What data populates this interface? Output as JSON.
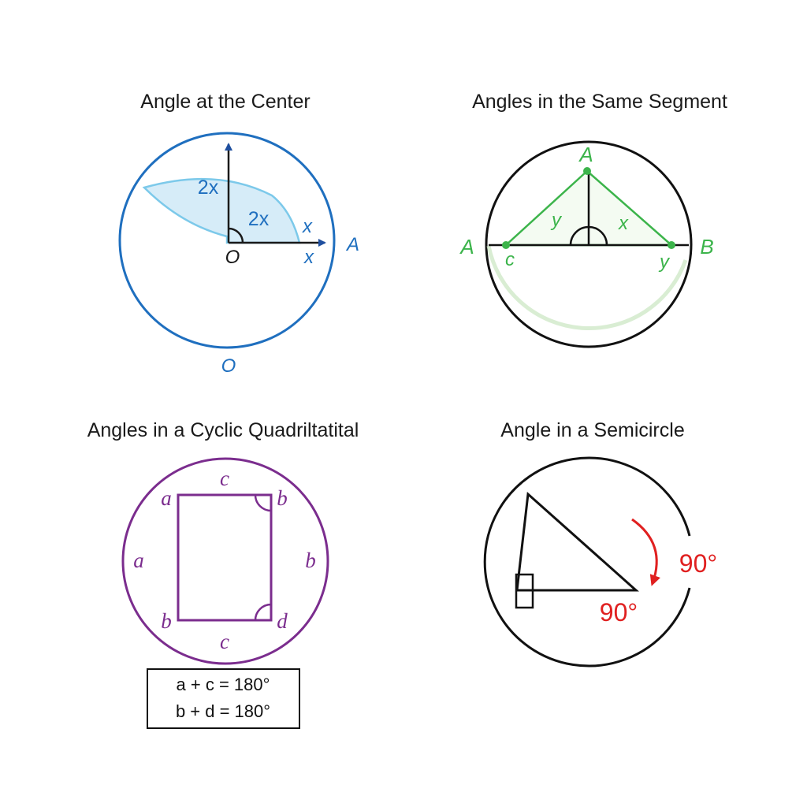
{
  "colors": {
    "blue": "#1f6fbf",
    "blue_fill": "#d6ecf8",
    "blue_edge": "#7cc9ea",
    "green": "#3cb44b",
    "purple": "#7b2d8e",
    "red": "#e02020",
    "black": "#111111"
  },
  "panels": {
    "center": {
      "title": "Angle at the Center",
      "labels": {
        "outer_2x": "2x",
        "inner_2x": "2x",
        "upper_x": "x",
        "lower_x": "x",
        "point_A": "A",
        "center_O": "O",
        "bottom_O": "O"
      }
    },
    "segment": {
      "title": "Angles in the Same Segment",
      "labels": {
        "top_A": "A",
        "left_A": "A",
        "right_B": "B",
        "angle_y_left": "y",
        "angle_x": "x",
        "c": "c",
        "angle_y_right": "y"
      }
    },
    "cyclic": {
      "title": "Angles in a Cyclic Quadriltatital",
      "labels": {
        "top_c": "c",
        "corner_a": "a",
        "corner_b_top": "b",
        "side_a": "a",
        "side_b": "b",
        "corner_b_bottom": "b",
        "corner_d": "d",
        "bottom_c": "c"
      },
      "equations": [
        "a + c = 180°",
        "b + d = 180°"
      ]
    },
    "semicircle": {
      "title": "Angle in a Semicircle",
      "labels": {
        "angle_90_arrow": "90°",
        "angle_90_base": "90°"
      }
    }
  }
}
